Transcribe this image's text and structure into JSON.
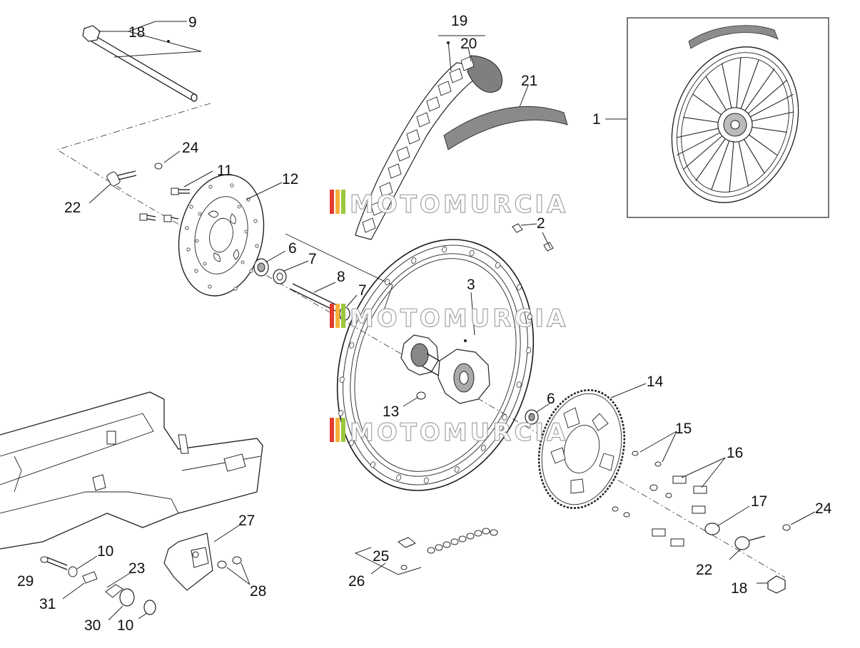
{
  "labels": {
    "l1": "1",
    "l2": "2",
    "l3": "3",
    "l6a": "6",
    "l6b": "6",
    "l7a": "7",
    "l7b": "7",
    "l8": "8",
    "l9": "9",
    "l10a": "10",
    "l10b": "10",
    "l11": "11",
    "l12": "12",
    "l13": "13",
    "l14": "14",
    "l15": "15",
    "l16": "16",
    "l17": "17",
    "l18a": "18",
    "l18b": "18",
    "l19": "19",
    "l20": "20",
    "l21": "21",
    "l22a": "22",
    "l22b": "22",
    "l23": "23",
    "l24a": "24",
    "l24b": "24",
    "l25": "25",
    "l26": "26",
    "l27": "27",
    "l28": "28",
    "l29": "29",
    "l30": "30",
    "l31": "31"
  },
  "watermark": {
    "text": "MOTOMURCIA",
    "stripe_colors": [
      "#e23b2f",
      "#f3b23a",
      "#9cc83c"
    ]
  }
}
